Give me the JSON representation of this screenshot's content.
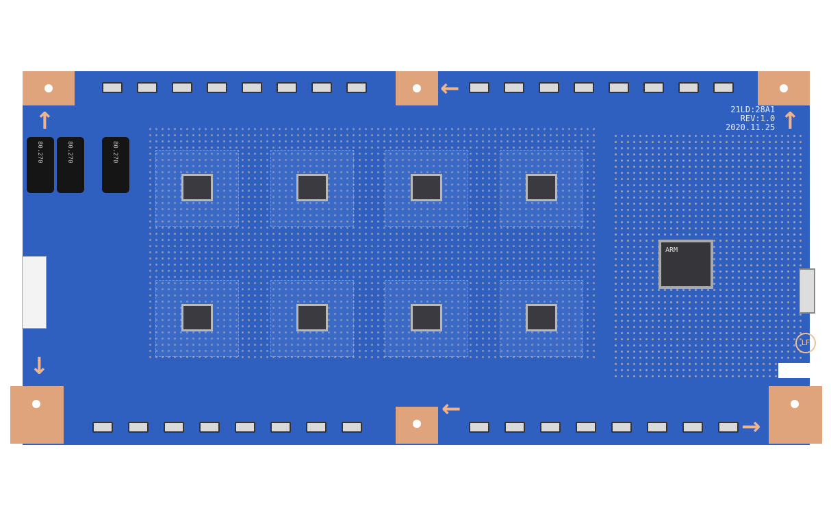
{
  "board": {
    "model": "21LD:28A1",
    "revision": "REV:1.0",
    "date": "2020.11.25",
    "mcu_marking": "ARM",
    "logo": "LF",
    "capacitor_marking": "80.270",
    "colors": {
      "substrate": "#2f5fbf",
      "copper": "#e0a47c",
      "silkscreen": "#e8eefc"
    }
  },
  "icons": [
    "arrow-up-icon",
    "arrow-down-icon",
    "arrow-left-icon",
    "arrow-right-icon"
  ]
}
